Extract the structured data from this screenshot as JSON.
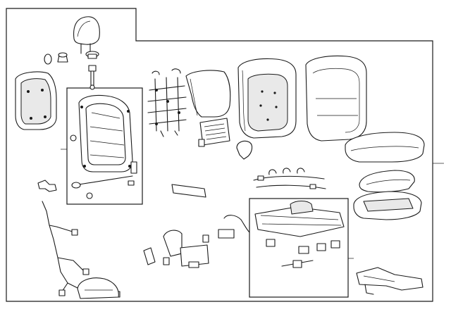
{
  "diagram": {
    "type": "exploded-parts-diagram",
    "line_color": "#1a1a1a",
    "fill_light": "#e9e9e9",
    "background": "#ffffff",
    "components": [
      "headrest",
      "headrest-guide",
      "headrest-post",
      "trim-bezel",
      "seatback-frame",
      "lumbar-support",
      "back-panel",
      "seatback-cushion",
      "seatback-cover",
      "seat-cushion-cover",
      "seat-cushion-pad",
      "seat-cushion-frame",
      "seat-track-adjuster",
      "wire-harness",
      "seat-switch",
      "recliner-cover",
      "motor-cable",
      "side-airbag-bracket"
    ]
  }
}
